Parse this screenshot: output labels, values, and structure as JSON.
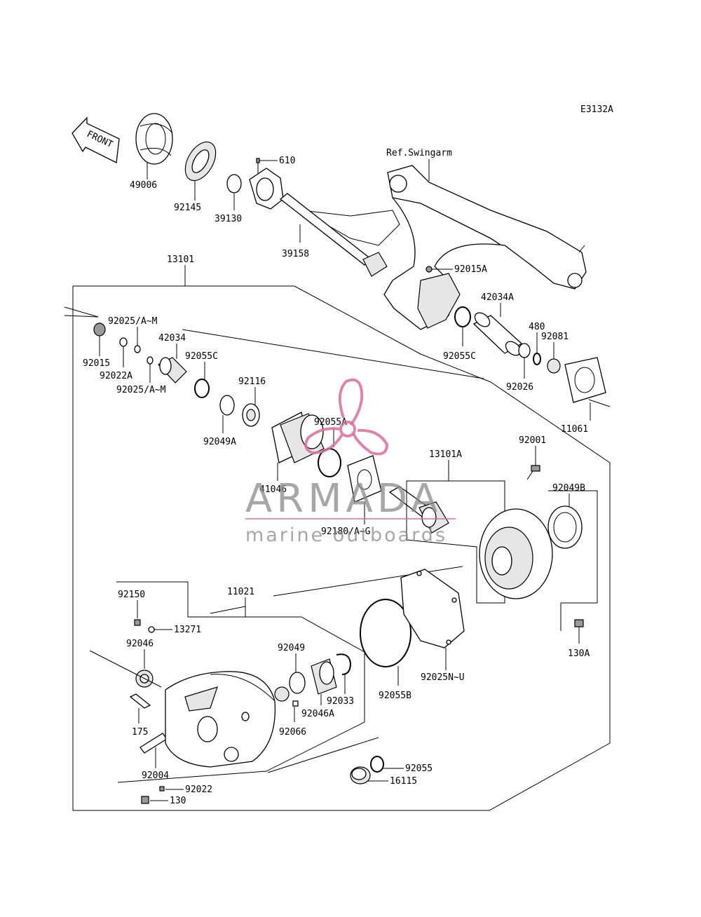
{
  "diagram_code": "E3132A",
  "front_label": "FRONT",
  "ref_label": "Ref.Swingarm",
  "parts": {
    "p49006": "49006",
    "p92145": "92145",
    "p39130": "39130",
    "p610": "610",
    "p39158": "39158",
    "p92015A": "92015A",
    "p42034A": "42034A",
    "p480": "480",
    "p92081": "92081",
    "p92055C_a": "92055C",
    "p92026": "92026",
    "p11061": "11061",
    "p13101": "13101",
    "p92025AM_a": "92025/A~M",
    "p92015": "92015",
    "p92022A": "92022A",
    "p92025AM_b": "92025/A~M",
    "p42034": "42034",
    "p92055C_b": "92055C",
    "p92116": "92116",
    "p92049A": "92049A",
    "p92055A": "92055A",
    "p41046": "41046",
    "p92180": "92180/A~G",
    "p13101A": "13101A",
    "p92001": "92001",
    "p92049B": "92049B",
    "p130A": "130A",
    "p92150": "92150",
    "p11021": "11021",
    "p13271": "13271",
    "p92046": "92046",
    "p175": "175",
    "p92004": "92004",
    "p92022": "92022",
    "p130": "130",
    "p92049": "92049",
    "p92046A": "92046A",
    "p92033": "92033",
    "p92066": "92066",
    "p92055B": "92055B",
    "p92025NU": "92025N~U",
    "p92055": "92055",
    "p16115": "16115"
  },
  "watermark": {
    "brand": "ARMADA",
    "tagline": "marine outboards",
    "colors": {
      "logo": "#d6709c",
      "text": "#8a8a8a"
    }
  }
}
